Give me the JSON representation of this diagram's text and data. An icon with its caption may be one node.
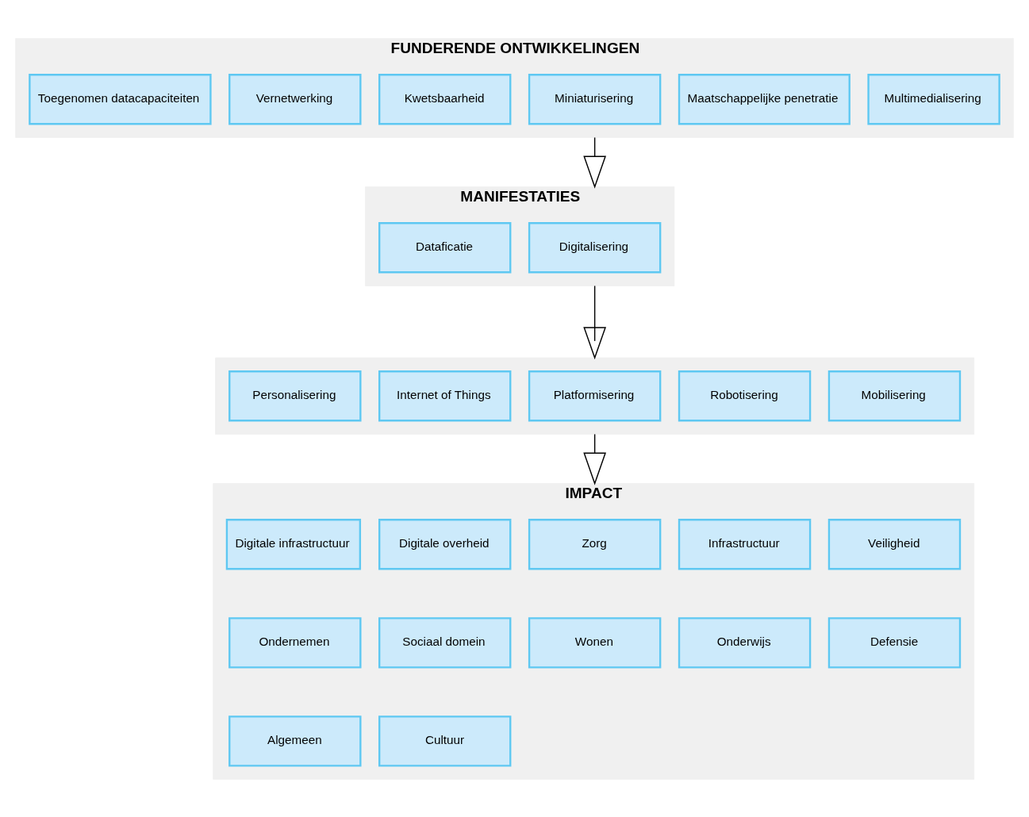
{
  "diagram": {
    "nodes": [
      {
        "text": [
          "FUNDERENDE ONTWIKKELINGEN"
        ]
      },
      {
        "text": [
          "Toegenomen datacapaciteiten"
        ],
        "in": 0
      },
      {
        "text": [
          "Vernetwerking"
        ],
        "in": 0
      },
      {
        "text": [
          "Kwetsbaarheid"
        ],
        "in": 0
      },
      {
        "text": [
          "Miniaturisering"
        ],
        "in": 0
      },
      {
        "text": [
          "Maatschappelijke penetratie"
        ],
        "in": 0
      },
      {
        "text": [
          "Multimedialisering"
        ],
        "in": 0
      },
      {
        "text": [
          "MANIFESTATIES"
        ]
      },
      {
        "text": [
          "Dataficatie"
        ],
        "in": 7
      },
      {
        "text": [
          "Digitalisering"
        ],
        "in": 7
      },
      {
        "text": [],
        "shape": "box"
      },
      {
        "text": [
          "Personalisering"
        ],
        "in": 10
      },
      {
        "text": [
          "Internet of Things"
        ],
        "in": 10
      },
      {
        "text": [
          "Platformisering"
        ],
        "in": 10
      },
      {
        "text": [
          "Robotisering"
        ],
        "in": 10
      },
      {
        "text": [
          "Mobilisering"
        ],
        "in": 10
      },
      {
        "text": [
          "IMPACT"
        ]
      },
      {
        "text": [
          "Digitale infrastructuur"
        ],
        "in": 16
      },
      {
        "text": [
          "Digitale overheid"
        ],
        "in": 16
      },
      {
        "text": [
          "Zorg"
        ],
        "in": 16
      },
      {
        "text": [
          "Infrastructuur"
        ],
        "in": 16
      },
      {
        "text": [
          "Veiligheid"
        ],
        "in": 16
      },
      {
        "text": [
          "Ondernemen"
        ],
        "in": 16
      },
      {
        "text": [
          "Sociaal domein"
        ],
        "in": 16
      },
      {
        "text": [
          "Wonen"
        ],
        "in": 16
      },
      {
        "text": [
          "Onderwijs"
        ],
        "in": 16
      },
      {
        "text": [
          "Defensie"
        ],
        "in": 16
      },
      {
        "text": [
          "Algemeen"
        ],
        "in": 16
      },
      {
        "text": [
          "Cultuur"
        ],
        "in": 16
      }
    ],
    "edges": [
      {
        "from": 0,
        "to": 7,
        "arrow": "to"
      },
      {
        "from": 7,
        "to": 10,
        "arrow": "to"
      },
      {
        "from": 10,
        "to": 16,
        "arrow": "to"
      }
    ]
  }
}
